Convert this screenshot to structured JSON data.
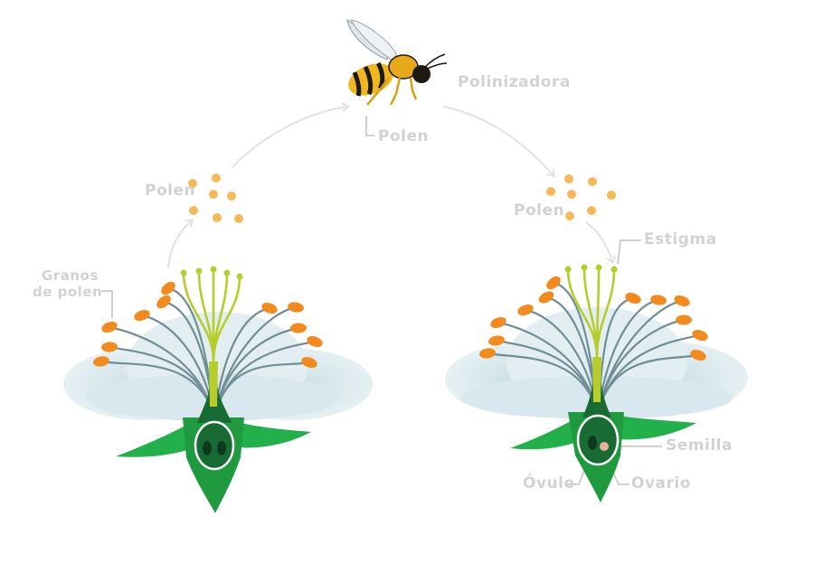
{
  "labels": {
    "pollinator": "Polinizadora",
    "pollen_bee": "Polen",
    "pollen_left": "Polen",
    "pollen_right": "Polen",
    "pollen_grains_line1": "Granos",
    "pollen_grains_line2": "de polen",
    "stigma": "Estigma",
    "seed": "Semilla",
    "ovule": "Óvulo",
    "ovary": "Ovario"
  },
  "colors": {
    "label": "#d2d2d2",
    "leader_line": "#cfcfcf",
    "arrow": "#e2e2e2",
    "petal": "#cfe3ea",
    "sepal": "#22b04a",
    "receptacle": "#1f9a3e",
    "ovary_dark": "#196b34",
    "filament": "#6f8e96",
    "anther": "#f28a1d",
    "pistil": "#b6cd2c",
    "pollen": "#f6b95a",
    "seed": "#e9b39a",
    "bee_body": "#f0b81e",
    "bee_stripe": "#1d1a14",
    "bee_wing": "#dfe6ea"
  },
  "icons": {
    "pollinator": "bee-icon",
    "flower": "flower-icon",
    "pollen": "pollen-grain-icon"
  }
}
